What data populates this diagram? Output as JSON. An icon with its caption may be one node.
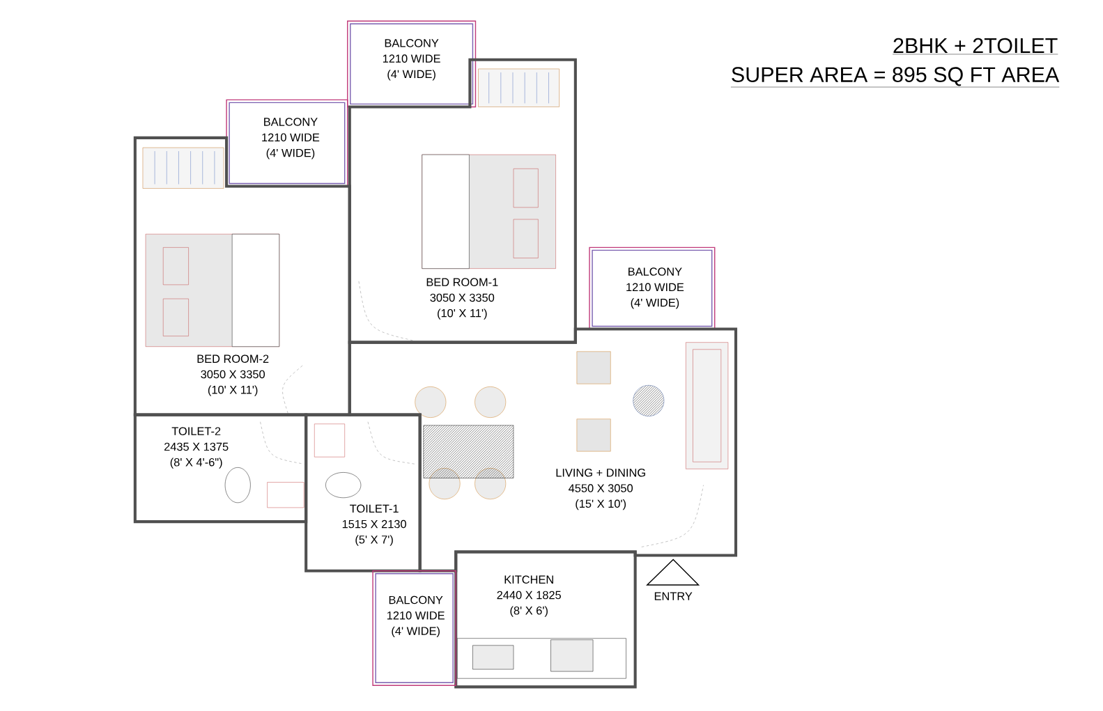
{
  "diagram": {
    "title": "2BHK + 2TOILET",
    "nodes": [
      {
        "text": [
          "BALCONY",
          "1210 WIDE",
          "(4' WIDE)"
        ]
      },
      {
        "text": [
          "BALCONY",
          "1210 WIDE",
          "(4' WIDE)"
        ]
      },
      {
        "text": [
          "BED ROOM-1",
          "3050 X 3350",
          "(10' X 11')"
        ]
      },
      {
        "text": [
          "BALCONY",
          "1210 WIDE",
          "(4' WIDE)"
        ]
      },
      {
        "text": [
          "BED ROOM-2",
          "3050 X 3350",
          "(10' X 11')"
        ]
      },
      {
        "text": [
          "TOILET-2",
          "2435 X 1375",
          "(8' X 4'-6\")"
        ]
      },
      {
        "text": [
          "LIVING + DINING",
          "4550 X 3050",
          "(15' X 10')"
        ]
      },
      {
        "text": [
          "TOILET-1",
          "1515 X 2130",
          "(5' X 7')"
        ]
      },
      {
        "text": [
          "KITCHEN",
          "2440 X 1825",
          "(8' X 6')"
        ]
      },
      {
        "text": [
          "BALCONY",
          "1210 WIDE",
          "(4' WIDE)"
        ]
      },
      {
        "text": [
          "ENTRY"
        ]
      }
    ],
    "edges": [],
    "labels": [
      "SUPER AREA = 895 SQ FT AREA"
    ]
  }
}
